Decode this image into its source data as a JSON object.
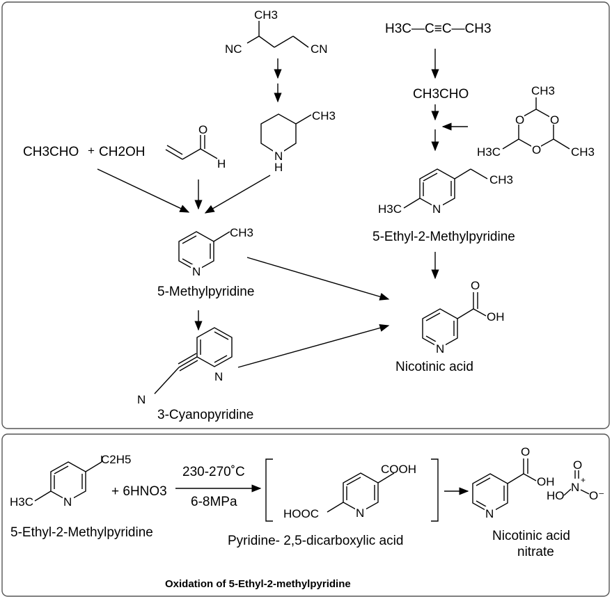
{
  "top_panel": {
    "reactants": {
      "acetaldehyde": "CH3CHO",
      "plus": "+",
      "methanol": "CH2OH",
      "acrolein_o": "O",
      "acrolein_h": "H",
      "dinitrile_ch3": "CH3",
      "dinitrile_nc": "NC",
      "dinitrile_cn": "CN",
      "piperidine_ch3": "CH3",
      "piperidine_nh": "N",
      "piperidine_h": "H",
      "butyne": "H3C—C≡C—CH3",
      "acetaldehyde_right": "CH3CHO",
      "paraldehyde_ch3_top": "CH3",
      "paraldehyde_h3c_left": "H3C",
      "paraldehyde_ch3_right": "CH3",
      "paraldehyde_o": "O"
    },
    "products": {
      "methylpyridine_name": "5-Methylpyridine",
      "methylpyridine_ch3": "CH3",
      "methylpyridine_n": "N",
      "ethylmethylpyridine_name": "5-Ethyl-2-Methylpyridine",
      "ethylmethylpyridine_ch3": "CH3",
      "ethylmethylpyridine_h3c": "H3C",
      "ethylmethylpyridine_n": "N",
      "cyanopyridine_name": "3-Cyanopyridine",
      "cyanopyridine_n": "N",
      "cyanopyridine_cn": "N",
      "nicotinic_name": "Nicotinic acid",
      "nicotinic_o": "O",
      "nicotinic_oh": "OH",
      "nicotinic_n": "N"
    }
  },
  "bottom_panel": {
    "title": "Oxidation of 5-Ethyl-2-methylpyridine",
    "reactant_name": "5-Ethyl-2-Methylpyridine",
    "reactant_c2h5": "C2H5",
    "reactant_h3c": "H3C",
    "reactant_n": "N",
    "reagent": "+ 6HNO3",
    "condition_temp": "230-270˚C",
    "condition_pressure": "6-8MPa",
    "intermediate_name": "Pyridine- 2,5-dicarboxylic acid",
    "intermediate_cooh": "COOH",
    "intermediate_hooc": "HOOC",
    "intermediate_n": "N",
    "product_name_line1": "Nicotinic acid",
    "product_name_line2": "nitrate",
    "product_o": "O",
    "product_oh": "OH",
    "product_n": "N",
    "nitrate_ho": "HO",
    "nitrate_n": "N",
    "nitrate_plus": "+",
    "nitrate_o_top": "O",
    "nitrate_o_minus": "O⁻"
  }
}
